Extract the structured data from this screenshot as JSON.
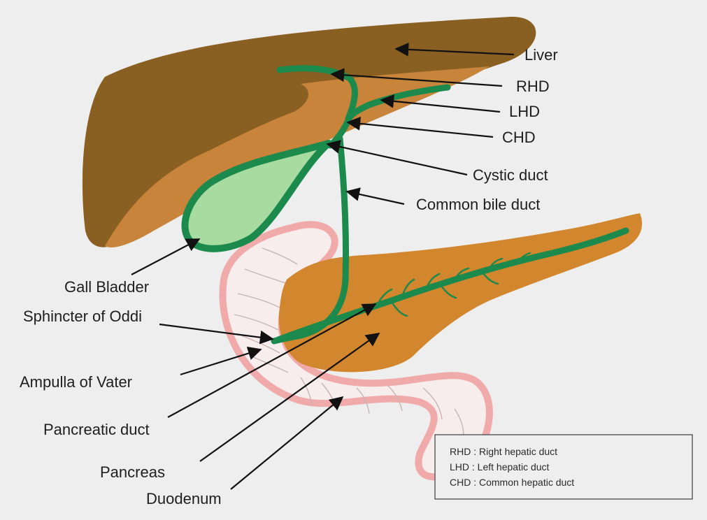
{
  "colors": {
    "background": "#eeeeee",
    "liver_dark": "#8a5f22",
    "liver_light": "#c7843a",
    "pancreas": "#d2862d",
    "duct_green": "#1b8a4c",
    "gallbladder_fill": "#a8dba0",
    "duodenum_outline": "#f0aaaa"
  },
  "labels": {
    "liver": "Liver",
    "rhd": "RHD",
    "lhd": "LHD",
    "chd": "CHD",
    "cystic_duct": "Cystic duct",
    "common_bile_duct": "Common bile duct",
    "gall_bladder": "Gall Bladder",
    "sphincter": "Sphincter of Oddi",
    "ampulla": "Ampulla of Vater",
    "pancreatic_duct": "Pancreatic duct",
    "pancreas": "Pancreas",
    "duodenum": "Duodenum"
  },
  "legend": {
    "rhd": "RHD : Right hepatic duct",
    "lhd": "LHD : Left hepatic duct",
    "chd": "CHD : Common hepatic duct"
  }
}
